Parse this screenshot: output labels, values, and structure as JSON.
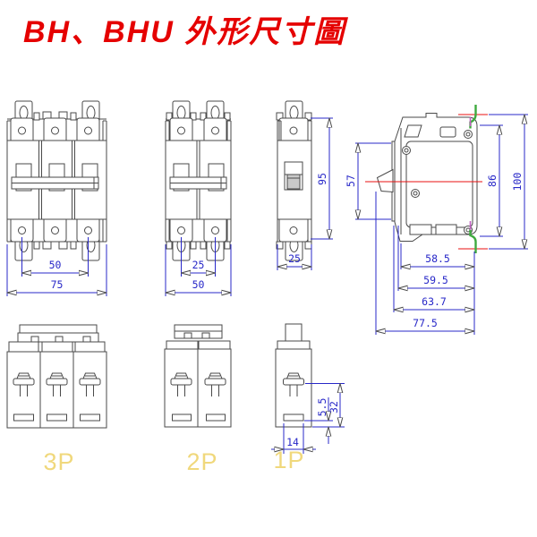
{
  "title": "BH、BHU 外形尺寸圖",
  "colors": {
    "title_red": "#e50000",
    "dimension_blue": "#2828c8",
    "outline_gray": "#4a4a4a",
    "terminal_green": "#3faa3f",
    "terminal_green_fill": "#ddf3dd",
    "screw_yellow": "#e0ba2e",
    "pole_label_yellow": "#f0d87c",
    "centerline_red": "#e81010",
    "clip_magenta": "#c45fc4"
  },
  "front_views": {
    "three_pole": {
      "dim_pole_pitch": "50",
      "dim_overall_width": "75"
    },
    "two_pole": {
      "dim_pole_pitch": "25",
      "dim_overall_width": "50"
    },
    "one_pole": {
      "dim_overall_height": "95",
      "dim_overall_width": "25"
    }
  },
  "side_view": {
    "dim_handle_zone": "57",
    "dim_clip_pitch": "86",
    "dim_overall_height": "100",
    "dim_depth_1": "58.5",
    "dim_depth_2": "59.5",
    "dim_depth_3": "63.7",
    "dim_overall_depth": "77.5"
  },
  "top_views": {
    "three_pole_label": "3P",
    "two_pole_label": "2P",
    "one_pole_label": "1P",
    "one_pole_dims": {
      "dim_slot_to_edge": "5.5",
      "dim_screw_to_edge": "32",
      "dim_slot_width": "14"
    }
  }
}
